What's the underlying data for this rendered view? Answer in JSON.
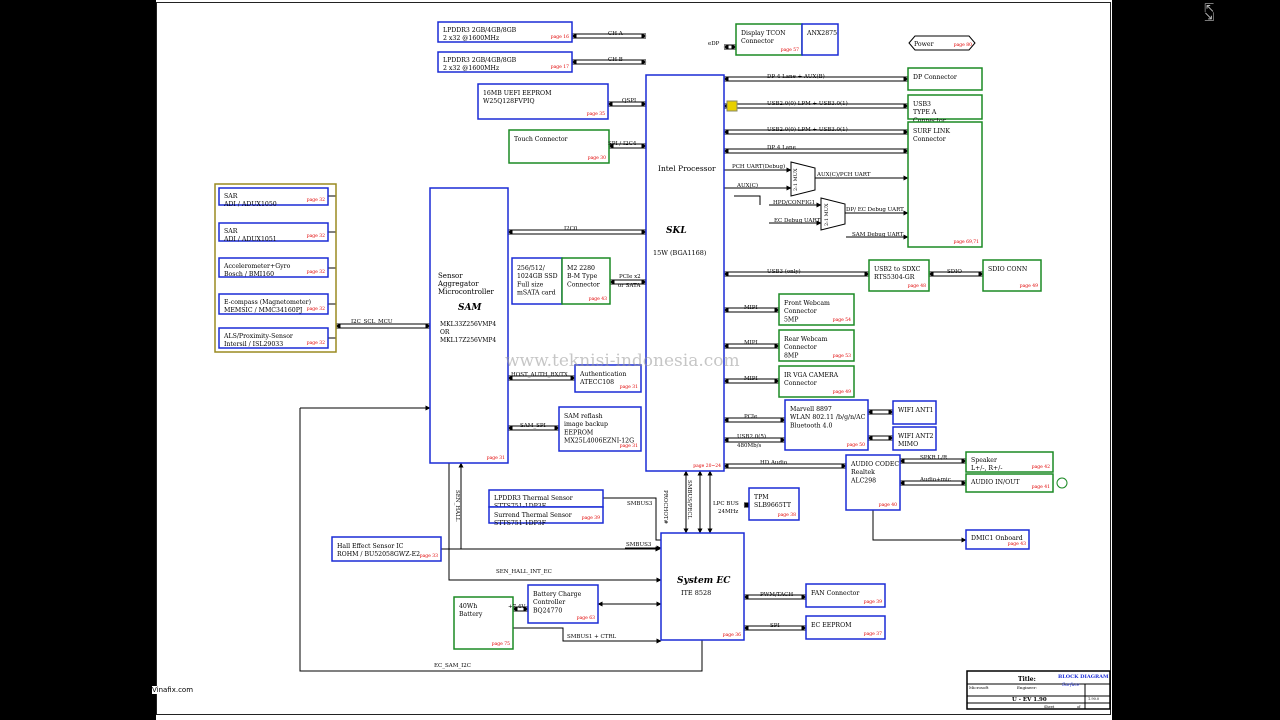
{
  "viewer": {
    "expand_icon": "expand-icon",
    "credit": "Vinafix.com"
  },
  "watermark": "www.teknisi-indonesia.com",
  "colors": {
    "blue": "#1a2bd6",
    "green": "#1b8a24",
    "olive": "#9a8a20",
    "red": "#e00000",
    "yellow": "#e8d000"
  },
  "blocks": {
    "lpddr3_a": {
      "line1": "LPDDR3 2GB/4GB/8GB",
      "line2": "2 x32 @1600MHz",
      "ref": "page 16"
    },
    "lpddr3_b": {
      "line1": "LPDDR3 2GB/4GB/8GB",
      "line2": "2 x32 @1600MHz",
      "ref": "page 17"
    },
    "uefi": {
      "line1": "16MB UEFI EEPROM",
      "line2": "W25Q128FVPIQ",
      "ref": "page 35"
    },
    "touch": {
      "line1": "Touch Connector",
      "ref": "page 30"
    },
    "display_tcon": {
      "line1": "Display TCON",
      "line2": "Connector",
      "ref": "page 57"
    },
    "anx": {
      "line1": "ANX2875"
    },
    "power": {
      "line1": "Power",
      "ref": "page 80"
    },
    "dp_conn": {
      "line1": "DP Connector"
    },
    "usb3a": {
      "line1": "USB3",
      "line2": "TYPE A",
      "line3": "Connector"
    },
    "surf": {
      "line1": "SURF LINK",
      "line2": "Connector",
      "ref": "page 69,71"
    },
    "cpu": {
      "line1": "Intel Processor",
      "line2": "SKL",
      "line3": "15W (BGA1168)",
      "ref": "page 20~24"
    },
    "sam": {
      "line1": "Sensor",
      "line2": "Aggregator",
      "line3": "Microcontroller",
      "line4": "SAM",
      "line5": "MKL33Z256VMP4",
      "line6": "OR",
      "line7": "MKL17Z256VMP4",
      "ref": "page 31"
    },
    "sar1": {
      "line1": "SAR",
      "line2": "ADI / ADUX1050",
      "ref": "page 32"
    },
    "sar2": {
      "line1": "SAR",
      "line2": "ADI / ADUX1051",
      "ref": "page 32"
    },
    "accel": {
      "line1": "Accelerometer+Gyro",
      "line2": "Bosch / BMI160",
      "ref": "page 32"
    },
    "ecompass": {
      "line1": "E-compass (Magnetometer)",
      "line2": "MEMSIC / MMC34160PJ",
      "ref": "page 32"
    },
    "als": {
      "line1": "ALS/Proximity-Sensor",
      "line2": "Intersil / ISL29033",
      "ref": "page 32"
    },
    "ssd": {
      "line1": "256/512/",
      "line2": "1024GB SSD",
      "line3": "Full size",
      "line4": "mSATA card"
    },
    "m2": {
      "line1": "M2 2280",
      "line2": "B-M Type",
      "line3": "Connector",
      "ref": "page 43"
    },
    "auth": {
      "line1": "Authentication",
      "line2": "ATECC108",
      "ref": "page 31"
    },
    "sam_reflash": {
      "line1": "SAM reflash",
      "line2": "image backup",
      "line3": "EEPROM",
      "line4": "MX25L4006EZNI-12G",
      "ref": "page 31"
    },
    "usb2sdxc": {
      "line1": "USB2 to SDXC",
      "line2": "RTS5304-GR",
      "ref": "page 48"
    },
    "sdio_conn": {
      "line1": "SDIO CONN",
      "ref": "page 49"
    },
    "webcam_f": {
      "line1": "Front Webcam",
      "line2": "Connector",
      "line3": "5MP",
      "ref": "page 54"
    },
    "webcam_r": {
      "line1": "Rear Webcam",
      "line2": "Connector",
      "line3": "8MP",
      "ref": "page 53"
    },
    "ir_cam": {
      "line1": "IR VGA CAMERA",
      "line2": "Connector",
      "ref": "page 49"
    },
    "wlan": {
      "line1": "Marvell 8897",
      "line2": "WLAN 802.11 /b/g/n/AC",
      "line3": "Bluetooth 4.0",
      "ref": "page 50"
    },
    "wifi1": {
      "line1": "WIFI ANT1"
    },
    "wifi2": {
      "line1": "WIFI ANT2",
      "line2": "MIMO"
    },
    "audio": {
      "line1": "AUDIO CODEC",
      "line2": "Realtek",
      "line3": "ALC298",
      "ref": "page 40"
    },
    "speaker": {
      "line1": "Speaker",
      "line2": "L+/-, R+/-",
      "ref": "page 42"
    },
    "audio_io": {
      "line1": "AUDIO IN/OUT",
      "ref": "page 41"
    },
    "dmic": {
      "line1": "DMIC1 Onboard",
      "ref": "page 43"
    },
    "thermal1": {
      "line1": "LPDDR3 Thermal Sensor",
      "line2": "STTS751-1DP3F"
    },
    "thermal2": {
      "line1": "Surrend Thermal Sensor",
      "line2": "STTS751-1DP3F",
      "ref": "page 39"
    },
    "tpm": {
      "line1": "TPM",
      "line2": "SLB9665TT",
      "ref": "page 38"
    },
    "hall": {
      "line1": "Hall Effect Sensor IC",
      "line2": "ROHM / BU52058GWZ-E2",
      "ref": "page 33"
    },
    "ec": {
      "line1": "System EC",
      "line2": "ITE 8528",
      "ref": "page 36"
    },
    "fan": {
      "line1": "FAN Connector",
      "ref": "page 39"
    },
    "ec_eeprom": {
      "line1": "EC EEPROM",
      "ref": "page 37"
    },
    "battery": {
      "line1": "40Wh",
      "line2": "Battery",
      "ref": "page 75"
    },
    "charger": {
      "line1": "Battery Charge",
      "line2": "Controller",
      "line3": "BQ24770",
      "ref": "page 63"
    }
  },
  "signals": {
    "ch_a": "CH A",
    "ch_b": "CH B",
    "edp": "eDP",
    "qspi": "QSPI",
    "spi_i2c4": "SPI / I2C4",
    "dp4aux": "DP 4 Lane + AUX(B)",
    "usb_lpm1": "USB2.0(0) LPM + USB3.0(1)",
    "usb_lpm2": "USB2.0(0) LPM + USB3.0(1)",
    "dp4": "DP 4 Lane",
    "pch_uart": "PCH UART(Debug)",
    "aux_c": "AUX(C)",
    "mux1": "2:1 MUX",
    "auxc_pch": "AUX(C)/PCH UART",
    "hpd": "HPD/CONFIG1",
    "ec_debug": "EC Debug UART",
    "mux2": "2:1 MUX",
    "dp_ec_debug": "DP/ EC Debug UART",
    "sam_debug": "SAM Debug UART",
    "i2c0": "I2C0",
    "i2c_scl": "I2C_SCL_MCU",
    "pcie_sata1": "PCIe x2",
    "pcie_sata2": "or SATA",
    "usb3only": "USB3 (only)",
    "sdio": "SDIO",
    "mipi1": "MIPI",
    "mipi2": "MIPI",
    "mipi3": "MIPI",
    "host_auth": "HOST_AUTH_RX/TX",
    "sam_spi": "SAM_SPI",
    "pcie": "PCIe",
    "usb2_5": "USB2.0(5)",
    "speed": "480Mb/s",
    "hd_audio": "HD Audio",
    "spkr": "SPKR L/R",
    "audio_mic": "Audio+mic",
    "smbus3a": "SMBUS3",
    "smbus3b": "SMBUS3",
    "prochot": "PROCHOT#",
    "smbus_pecl": "SMBUS/PECL",
    "lpc": "LPC BUS",
    "lpc_speed": "24MHz",
    "sen_hall": "SEN_HALL",
    "sen_hall_ec": "SEN_HALL_INT_EC",
    "pwm": "PWM/TACH",
    "spi": "SPI",
    "v74": "+7.4V",
    "smbus1": "SMBUS1 + CTRL",
    "ec_sam_i2c": "EC_SAM_I2C"
  },
  "title_block": {
    "title_label": "Title:",
    "title": "BLOCK DIAGRAM",
    "subtitle": "Surface",
    "company": "Microsoft",
    "engineer": "Engineer:",
    "project": "U - EV 1.90",
    "rev": "1.90.0",
    "sheet": "Sheet",
    "of": "of"
  }
}
